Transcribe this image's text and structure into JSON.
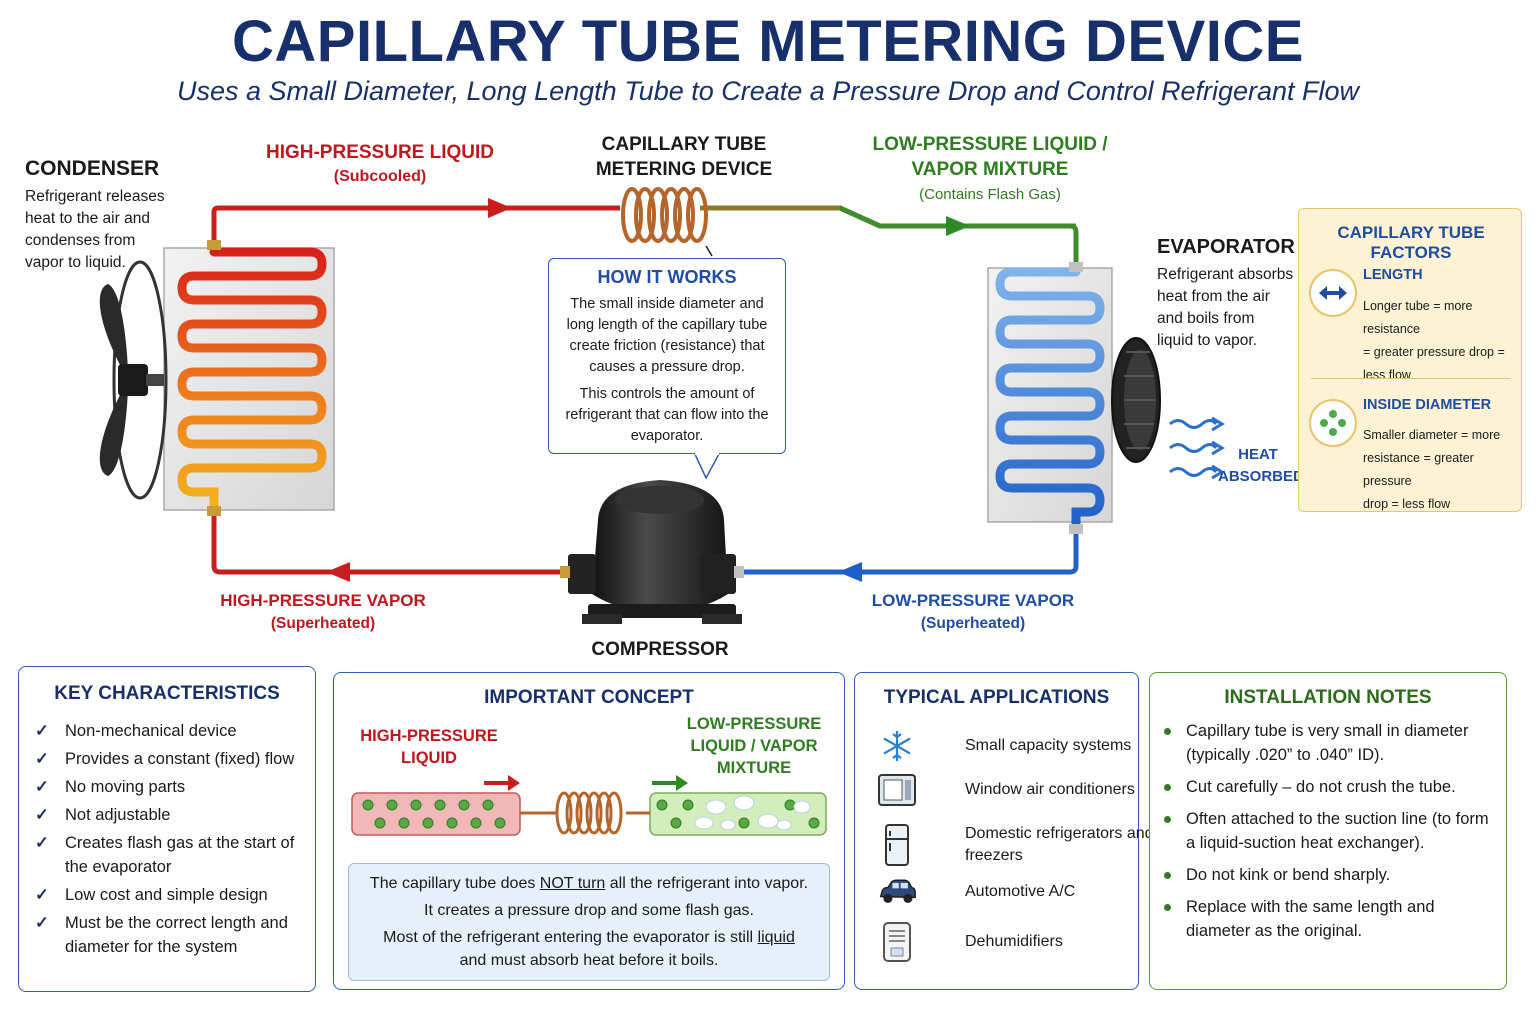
{
  "header": {
    "title": "CAPILLARY TUBE METERING DEVICE",
    "subtitle": "Uses a Small Diameter, Long Length Tube to Create a Pressure Drop and Control Refrigerant Flow"
  },
  "condenser": {
    "title": "CONDENSER",
    "desc": [
      "Refrigerant releases",
      "heat to the air and",
      "condenses from",
      "vapor to liquid."
    ]
  },
  "evaporator": {
    "title": "EVAPORATOR",
    "desc": [
      "Refrigerant absorbs",
      "heat from the air",
      "and boils from",
      "liquid to vapor."
    ]
  },
  "labels": {
    "hp_liquid": "HIGH-PRESSURE LIQUID",
    "hp_liquid_sub": "(Subcooled)",
    "cap_tube_1": "CAPILLARY TUBE",
    "cap_tube_2": "METERING DEVICE",
    "lp_mix_1": "LOW-PRESSURE LIQUID /",
    "lp_mix_2": "VAPOR MIXTURE",
    "lp_mix_sub": "(Contains Flash Gas)",
    "hp_vapor": "HIGH-PRESSURE VAPOR",
    "hp_vapor_sub": "(Superheated)",
    "lp_vapor": "LOW-PRESSURE VAPOR",
    "lp_vapor_sub": "(Superheated)",
    "compressor": "COMPRESSOR",
    "heat_1": "HEAT",
    "heat_2": "ABSORBED"
  },
  "how_it_works": {
    "title": "HOW IT WORKS",
    "p1": "The small inside diameter and long length of the capillary tube create friction (resistance) that causes a pressure drop.",
    "p2": "This controls the amount of refrigerant that can flow into the evaporator."
  },
  "factors": {
    "title": "CAPILLARY TUBE FACTORS",
    "length_title": "LENGTH",
    "length_desc": [
      "Longer tube = more resistance",
      "= greater pressure drop =",
      "less flow"
    ],
    "diameter_title": "INSIDE DIAMETER",
    "diameter_desc": [
      "Smaller diameter = more",
      "resistance = greater pressure",
      "drop = less flow"
    ]
  },
  "key_characteristics": {
    "title": "KEY CHARACTERISTICS",
    "items": [
      "Non-mechanical device",
      "Provides a constant (fixed) flow",
      "No moving parts",
      "Not adjustable",
      "Creates flash gas at the start of the evaporator",
      "Low cost and simple design",
      "Must be the correct length and diameter for the system"
    ],
    "check": "✓"
  },
  "important_concept": {
    "title": "IMPORTANT CONCEPT",
    "hp_1": "HIGH-PRESSURE",
    "hp_2": "LIQUID",
    "lp_1": "LOW-PRESSURE",
    "lp_2": "LIQUID / VAPOR",
    "lp_3": "MIXTURE",
    "note_1a": "The capillary tube does ",
    "note_1b": "NOT turn",
    "note_1c": " all the refrigerant into vapor.",
    "note_2": "It creates a pressure drop and some flash gas.",
    "note_3a": "Most of the refrigerant entering the evaporator is still ",
    "note_3b": "liquid",
    "note_4": "and must absorb heat before it boils."
  },
  "applications": {
    "title": "TYPICAL APPLICATIONS",
    "items": [
      {
        "icon": "snowflake-icon",
        "label": "Small capacity systems"
      },
      {
        "icon": "window-ac-icon",
        "label": "Window air conditioners"
      },
      {
        "icon": "refrigerator-icon",
        "label": "Domestic refrigerators and freezers"
      },
      {
        "icon": "car-icon",
        "label": "Automotive A/C"
      },
      {
        "icon": "dehumidifier-icon",
        "label": "Dehumidifiers"
      }
    ]
  },
  "installation": {
    "title": "INSTALLATION NOTES",
    "items": [
      "Capillary tube is very small in diameter (typically .020” to .040” ID).",
      "Cut carefully – do not crush the tube.",
      "Often attached to the suction line (to form a liquid-suction heat exchanger).",
      "Do not kink or bend sharply.",
      "Replace with the same length and diameter as the original."
    ]
  },
  "colors": {
    "navy": "#17306b",
    "red": "#c0161c",
    "green": "#2e7d1e",
    "blue": "#1f4ea1"
  }
}
